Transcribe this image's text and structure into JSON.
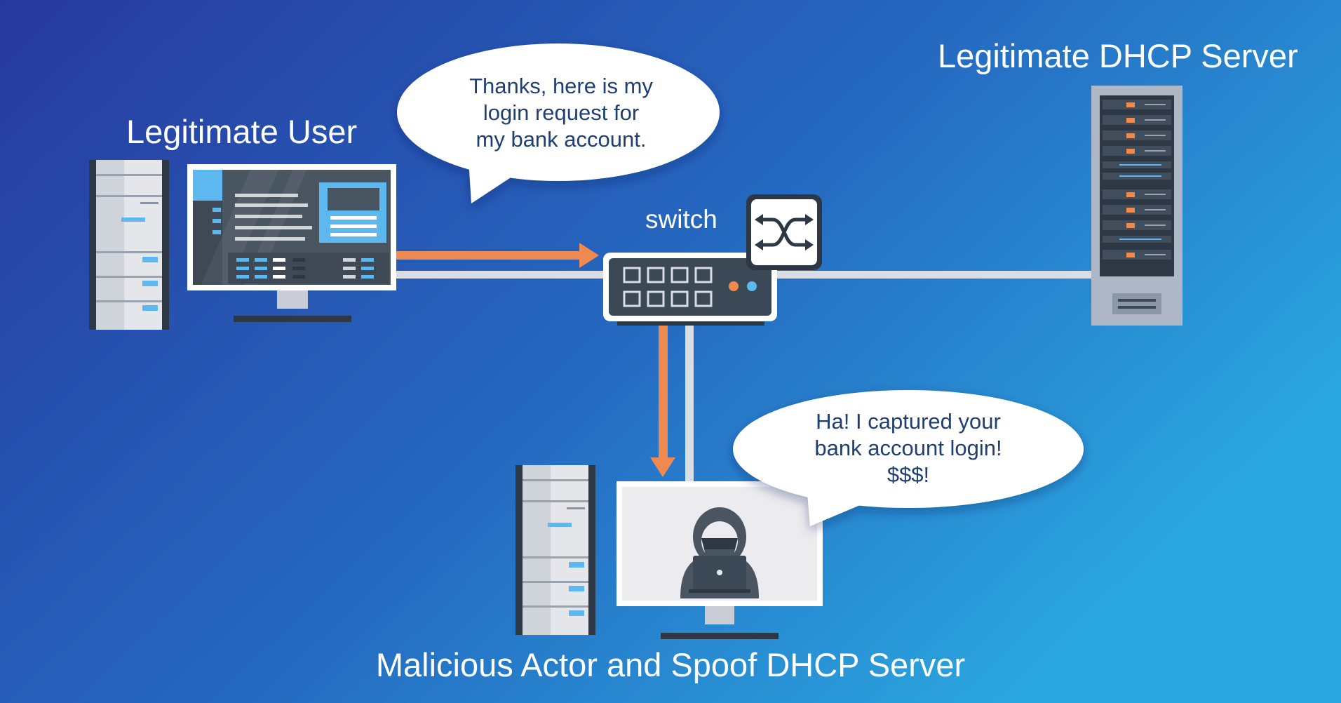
{
  "labels": {
    "legitimate_user": "Legitimate User",
    "legitimate_dhcp_server": "Legitimate DHCP Server",
    "switch": "switch",
    "malicious_actor": "Malicious Actor and Spoof DHCP Server"
  },
  "bubbles": {
    "user": [
      "Thanks, here is my",
      "login request for",
      "my bank account."
    ],
    "attacker": [
      "Ha! I captured your",
      "bank account login!",
      "$$$!"
    ]
  },
  "icons": [
    "desktop-tower-icon",
    "monitor-icon",
    "network-switch-icon",
    "switch-shuffle-icon",
    "server-rack-icon",
    "hacker-icon",
    "laptop-icon"
  ],
  "colors": {
    "background_start": "#28399e",
    "background_end": "#2aa6df",
    "arrow": "#ee8a50",
    "cable": "#d9dde5",
    "bubble_text": "#1f3f73",
    "device_dark": "#3b4856",
    "screen_accent": "#5cb8ef"
  }
}
